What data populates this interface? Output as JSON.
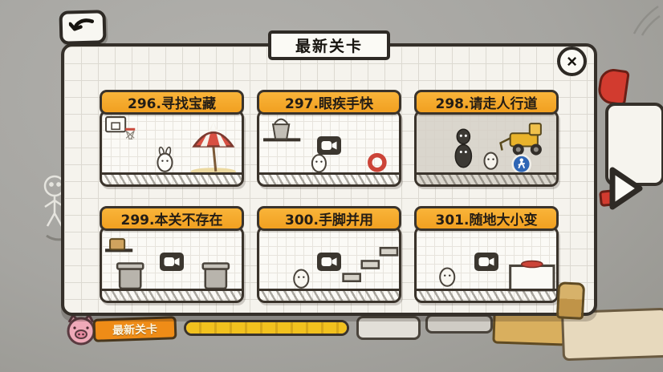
{
  "popup": {
    "title": "最新关卡",
    "close_glyph": "×"
  },
  "levels": [
    {
      "title": "296.寻找宝藏",
      "video_icon": false
    },
    {
      "title": "297.眼疾手快",
      "video_icon": true
    },
    {
      "title": "298.请走人行道",
      "video_icon": false
    },
    {
      "title": "299.本关不存在",
      "video_icon": true
    },
    {
      "title": "300.手脚并用",
      "video_icon": true
    },
    {
      "title": "301.随地大小变",
      "video_icon": true
    }
  ],
  "background": {
    "bottom_tab_label": "最新关卡"
  },
  "colors": {
    "card_header_orange": "#f5a82a",
    "panel_paper": "#f5f3ed",
    "outline_dark": "#35302a",
    "wall_gray": "#a6a5a1",
    "ribbon_orange": "#ef8c17",
    "progress_yellow": "#f2c11e",
    "sign_blue": "#2f66b5",
    "accent_red": "#d0473a"
  }
}
